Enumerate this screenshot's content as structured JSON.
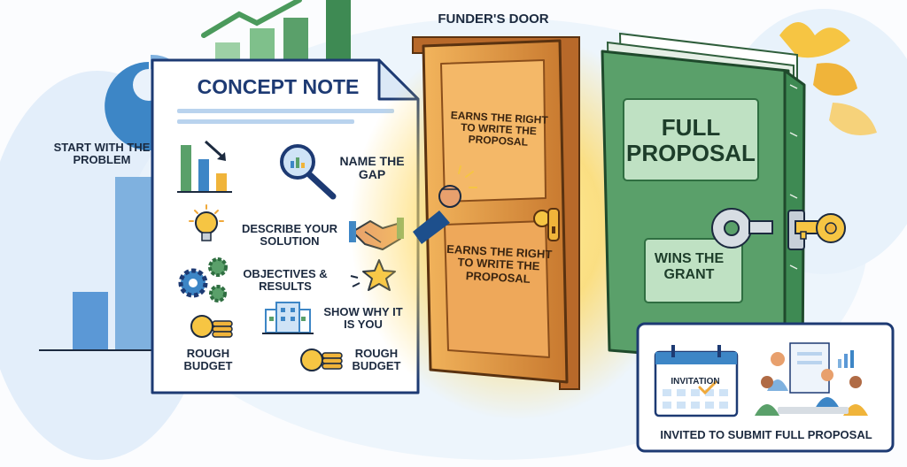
{
  "header": {
    "start_label": "START WITH THE PROBLEM",
    "funder_door": "FUNDER'S DOOR"
  },
  "concept_note": {
    "title": "CONCEPT NOTE",
    "items": [
      {
        "label": "NAME THE GAP",
        "icon": "magnifier-icon"
      },
      {
        "label": "DESCRIBE YOUR SOLUTION",
        "icon": "handshake-icon"
      },
      {
        "label": "OBJECTIVES & RESULTS",
        "icon": "gears-icon"
      },
      {
        "label": "SHOW WHY IT IS YOU",
        "icon": "building-icon"
      },
      {
        "label": "ROUGH BUDGET",
        "icon": "coins-icon"
      },
      {
        "label": "ROUGH BUDGET",
        "icon": "coins-icon"
      }
    ]
  },
  "door": {
    "top_panel": "EARNS THE RIGHT TO WRITE THE PROPOSAL",
    "bottom_panel": "EARNS THE RIGHT TO WRITE THE PROPOSAL"
  },
  "full_proposal": {
    "title": "FULL PROPOSAL",
    "wins": "WINS THE GRANT"
  },
  "invitation": {
    "badge": "INVITATION",
    "caption": "INVITED TO SUBMIT FULL PROPOSAL"
  },
  "colors": {
    "navy": "#1d3a73",
    "door_orange": "#c8792f",
    "book_green": "#5aa06a",
    "glow": "#ffd75a",
    "accent_blue": "#3d86c6"
  }
}
